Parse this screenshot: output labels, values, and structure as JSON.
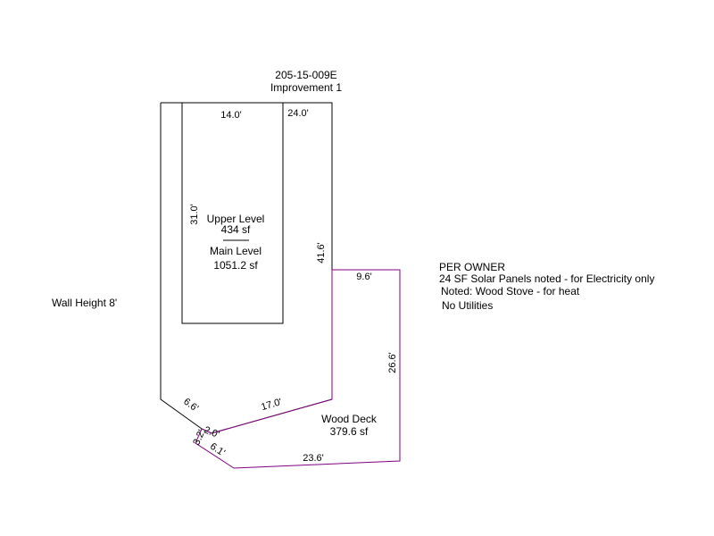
{
  "header": {
    "parcel_id": "205-15-009E",
    "improvement": "Improvement 1"
  },
  "wall_height": "Wall Height 8'",
  "structure": {
    "upper_level_label": "Upper Level",
    "upper_level_area": "434 sf",
    "main_level_label": "Main Level",
    "main_level_area": "1051.2 sf"
  },
  "deck": {
    "label": "Wood Deck",
    "area": "379.6 sf"
  },
  "dimensions": {
    "top_inner": "14.0'",
    "top_outer": "24.0'",
    "inner_height": "31.0'",
    "right_wall": "41.6'",
    "bottom_right_angle": "17.0'",
    "bottom_left_angle": "6.6'",
    "deck_top": "9.6'",
    "deck_right": "26.6'",
    "deck_bottom": "23.6'",
    "deck_bottom_left": "6.1'",
    "deck_small_a": "2.0'",
    "deck_small_b": "3.2'"
  },
  "notes": {
    "title": "PER OWNER",
    "line1": "24 SF Solar Panels noted - for Electricity only",
    "line2": "Noted: Wood Stove - for heat",
    "line3": "No Utilities"
  },
  "colors": {
    "building_line": "#000000",
    "deck_line": "#800080"
  }
}
